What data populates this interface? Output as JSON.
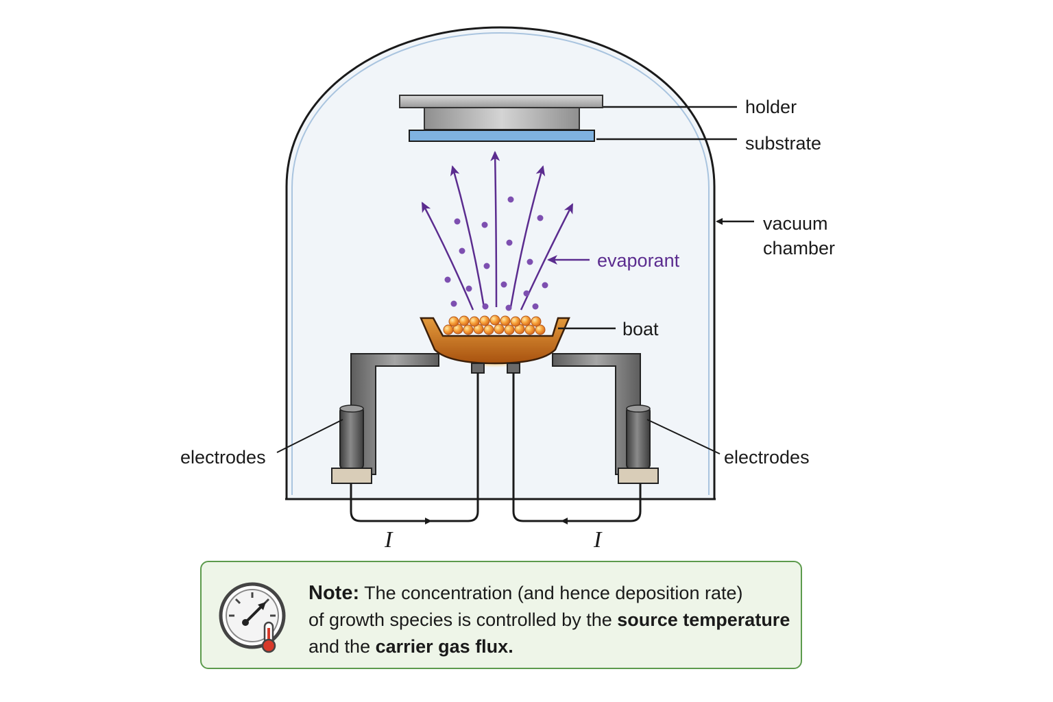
{
  "labels": {
    "holder": "holder",
    "substrate": "substrate",
    "vacuum_chamber_line1": "vacuum",
    "vacuum_chamber_line2": "chamber",
    "evaporant": "evaporant",
    "boat": "boat",
    "electrodes_left": "electrodes",
    "electrodes_right": "electrodes",
    "current_left": "I",
    "current_right": "I"
  },
  "note": {
    "lead": "Note:",
    "text_1": " The concentration  (and hence deposition rate)",
    "text_2": "of growth species is controlled by the ",
    "bold_1": "source temperature",
    "text_3": "and the ",
    "bold_2": "carrier gas flux."
  },
  "icons": {
    "note_icon": "pressure-gauge-thermometer-icon"
  },
  "colors": {
    "chamber_outline": "#1a1a1a",
    "chamber_fill": "#eef3f8",
    "evaporant": "#5b2c8f",
    "substrate": "#7fb2e0",
    "boat": "#c56a1b",
    "note_border": "#5c9a4c",
    "note_fill": "#eef5e8"
  }
}
